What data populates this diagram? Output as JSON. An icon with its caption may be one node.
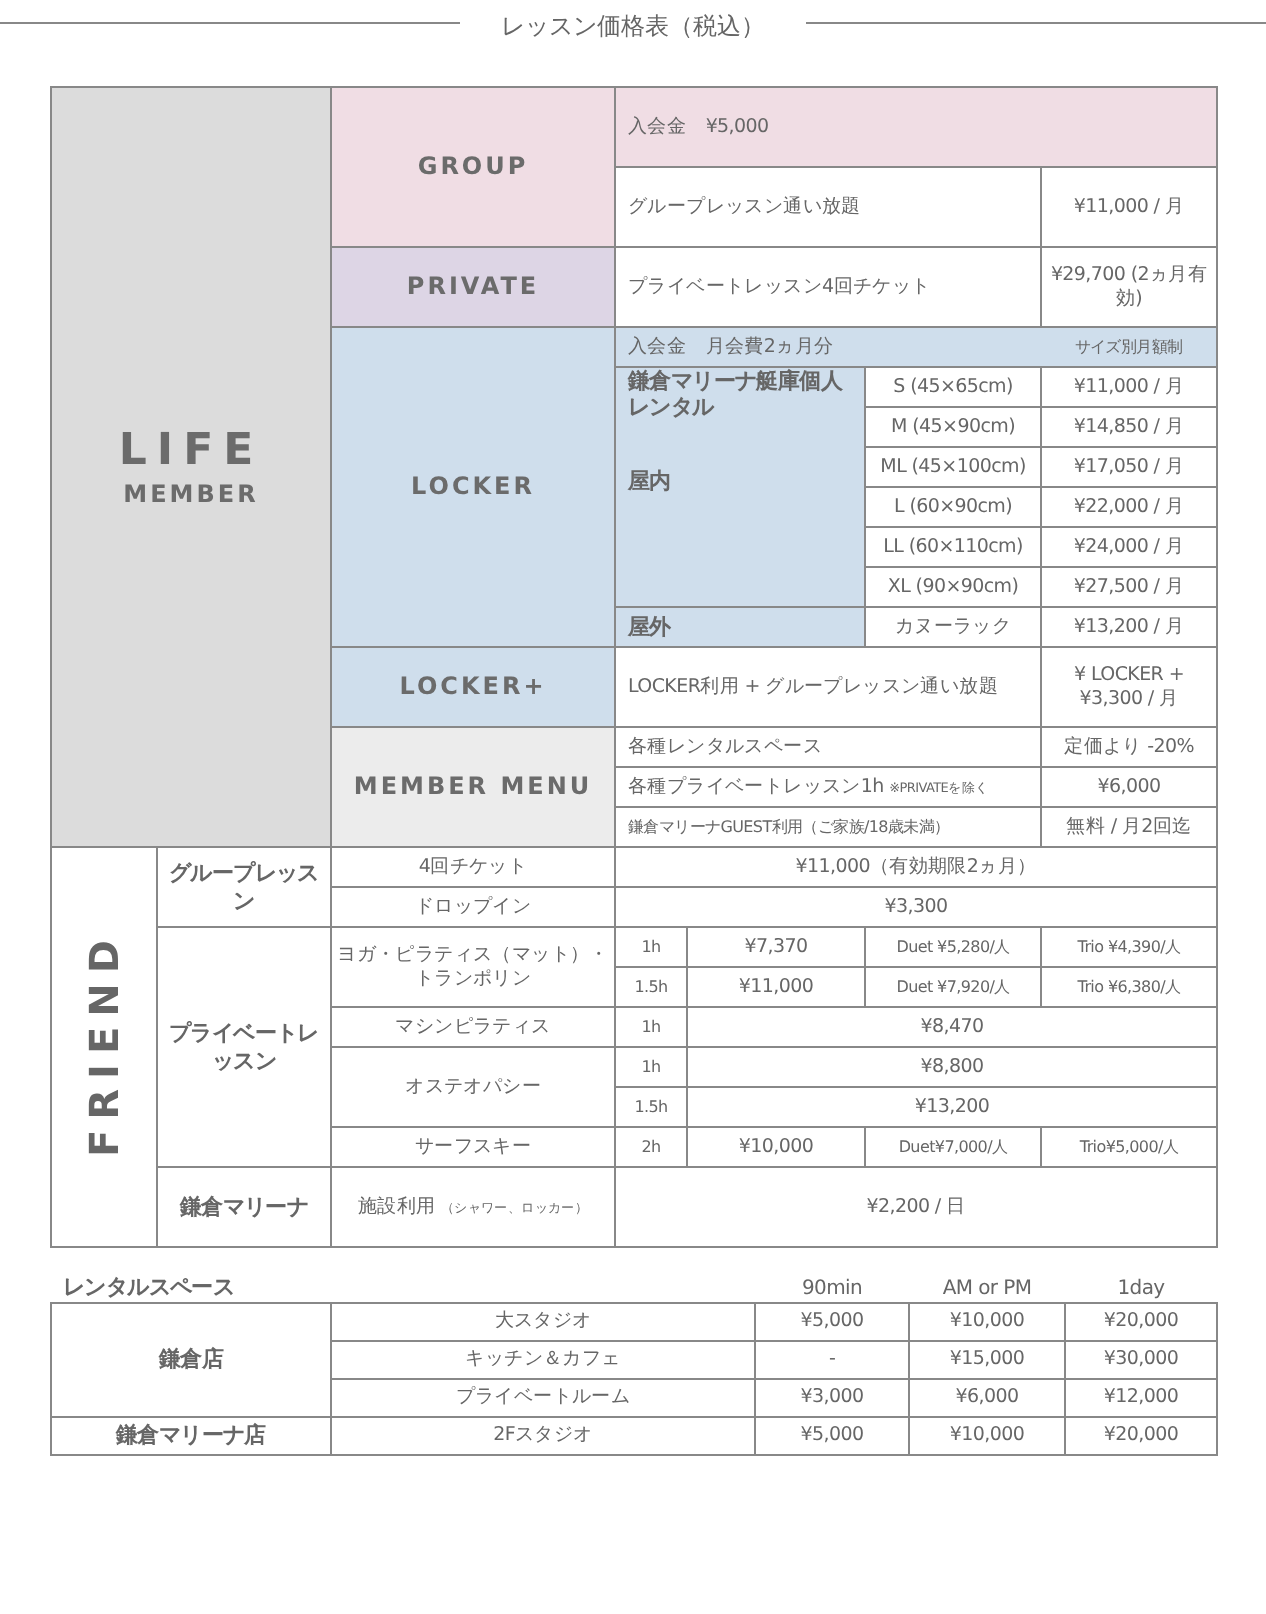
{
  "diagram": {
    "title": "レッスン価格表（税込）",
    "labels": [
      "LIFE",
      "MEMBER",
      "GROUP",
      "入会金　¥5,000",
      "グループレッスン通い放題",
      "¥11,000 / 月",
      "PRIVATE",
      "プライベートレッスン4回チケット",
      "¥29,700 (2ヵ月有効)",
      "LOCKER",
      "入会金　月会費2ヵ月分",
      "サイズ別月額制",
      "鎌倉マリーナ艇庫個人レンタル",
      "屋内",
      "S (45×65cm)",
      "¥11,000 / 月",
      "M (45×90cm)",
      "¥14,850 / 月",
      "ML (45×100cm)",
      "¥17,050 / 月",
      "L (60×90cm)",
      "¥22,000 / 月",
      "LL (60×110cm)",
      "¥24,000 / 月",
      "XL (90×90cm)",
      "¥27,500 / 月",
      "屋外",
      "カヌーラック",
      "¥13,200 / 月",
      "LOCKER+",
      "LOCKER利用 + グループレッスン通い放題",
      "¥ LOCKER +¥3,300 / 月",
      "MEMBER MENU",
      "各種レンタルスペース",
      "定価より -20%",
      "各種プライベートレッスン1h",
      "※PRIVATEを除く",
      "¥6,000",
      "鎌倉マリーナGUEST利用（ご家族/18歳未満）",
      "無料 / 月2回迄",
      "FRIEND",
      "グループレッスン",
      "4回チケット",
      "¥11,000（有効期限2ヵ月）",
      "ドロップイン",
      "¥3,300",
      "プライベートレッスン",
      "ヨガ・ピラティス（マット）・トランポリン",
      "1h",
      "¥7,370",
      "Duet ¥5,280/人",
      "Trio ¥4,390/人",
      "1.5h",
      "¥11,000",
      "Duet ¥7,920/人",
      "Trio ¥6,380/人",
      "マシンピラティス",
      "1h",
      "¥8,470",
      "オステオパシー",
      "1h",
      "¥8,800",
      "1.5h",
      "¥13,200",
      "サーフスキー",
      "2h",
      "¥10,000",
      "Duet¥7,000/人",
      "Trio¥5,000/人",
      "鎌倉マリーナ",
      "施設利用",
      "（シャワー、ロッカー）",
      "¥2,200 / 日",
      "レンタルスペース",
      "90min",
      "AM or PM",
      "1day",
      "鎌倉店",
      "大スタジオ",
      "¥5,000",
      "¥10,000",
      "¥20,000",
      "キッチン＆カフェ",
      "-",
      "¥15,000",
      "¥30,000",
      "プライベートルーム",
      "¥3,000",
      "¥6,000",
      "¥12,000",
      "鎌倉マリーナ店",
      "2Fスタジオ",
      "¥5,000",
      "¥10,000",
      "¥20,000"
    ]
  }
}
